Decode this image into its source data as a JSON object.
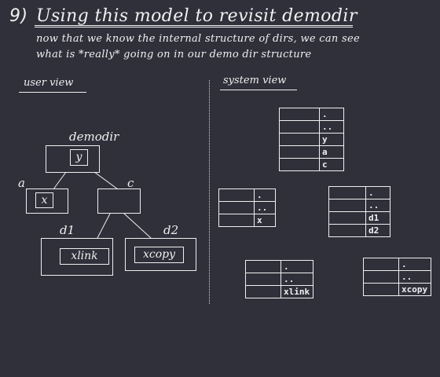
{
  "slide": {
    "number": "9)",
    "title": "Using this model to revisit demodir",
    "subtitle_line1": "now that we know the internal structure of dirs, we can see",
    "subtitle_line2": "what is *really* going on in our demo dir structure"
  },
  "user_view": {
    "label": "user view",
    "root_label": "demodir",
    "root_entry": "y",
    "a_label": "a",
    "a_entry": "x",
    "c_label": "c",
    "d1_label": "d1",
    "d2_label": "d2",
    "d1_entry": "xlink",
    "d2_entry": "xcopy"
  },
  "system_view": {
    "label": "system view",
    "tables": [
      {
        "rows": [
          ".",
          "..",
          "y",
          "a",
          "c"
        ]
      },
      {
        "rows": [
          ".",
          "..",
          "x"
        ]
      },
      {
        "rows": [
          ".",
          "..",
          "d1",
          "d2"
        ]
      },
      {
        "rows": [
          ".",
          "..",
          "xlink"
        ]
      },
      {
        "rows": [
          ".",
          "..",
          "xcopy"
        ]
      }
    ]
  }
}
